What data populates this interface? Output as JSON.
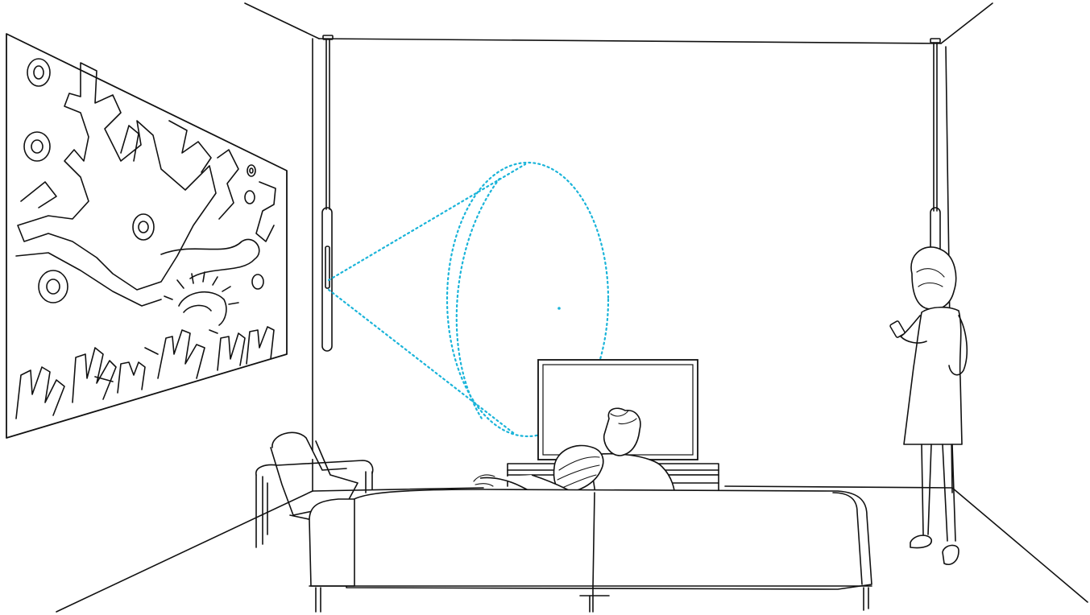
{
  "scene": {
    "description_hidden": "",
    "colors": {
      "line": "#111111",
      "background": "#ffffff",
      "sensor_beam": "#1ab4d9"
    },
    "icons": {
      "sensor": "ceiling-pole-sensor",
      "artwork": "wall-painting",
      "tv": "television",
      "sofa": "sofa",
      "chair": "armchair",
      "people": [
        "seated-couple",
        "standing-woman-with-phone"
      ]
    }
  }
}
